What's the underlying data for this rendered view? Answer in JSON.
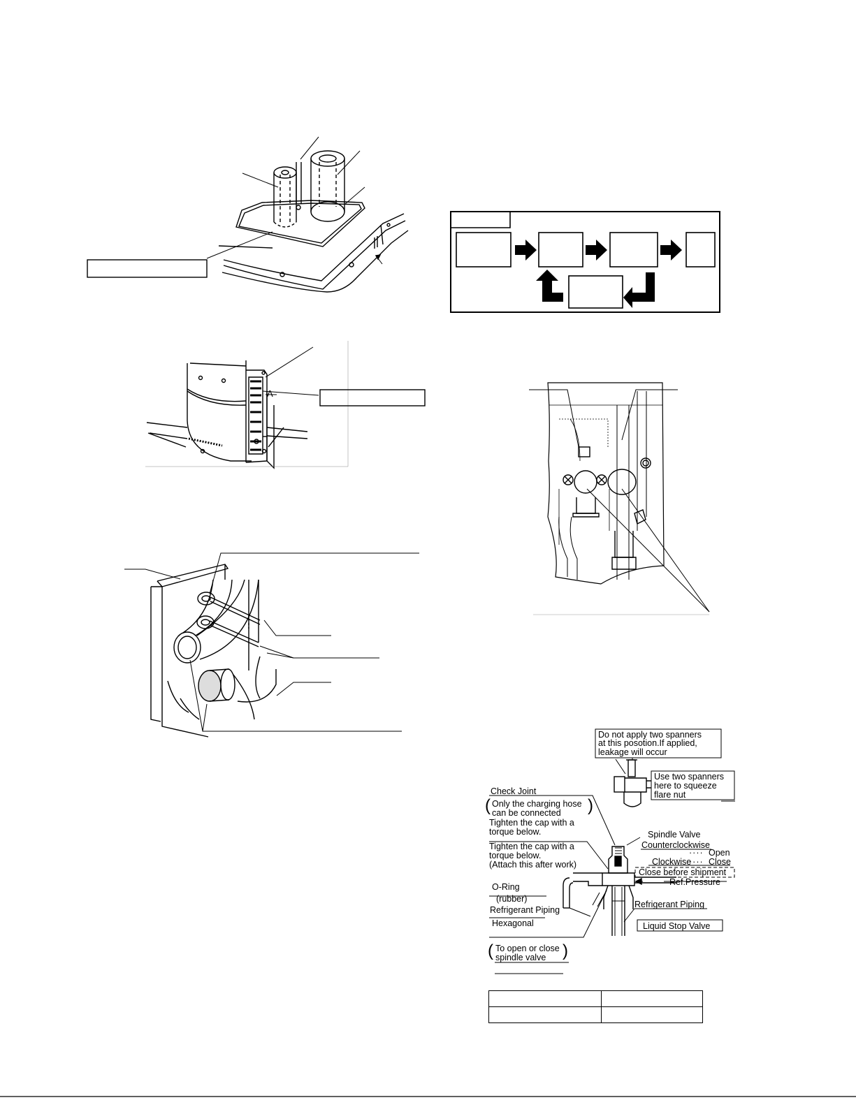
{
  "valve_diagram": {
    "warning_box": [
      "Do not apply two spanners",
      "at this posotion.If applied,",
      "leakage will occur"
    ],
    "spanner_box": [
      "Use two spanners",
      "here to squeeze",
      "flare nut"
    ],
    "check_joint": "Check Joint",
    "check_joint_note": [
      "Only the charging hose",
      "can be connected"
    ],
    "torque_note_1": [
      "Tighten the cap with a",
      "torque below."
    ],
    "torque_note_2": [
      "Tighten the cap with a",
      "torque below.",
      "(Attach this after work)"
    ],
    "spindle_valve": "Spindle Valve",
    "counterclockwise": "Counterclockwise",
    "open": "Open",
    "clockwise": "Clockwise",
    "close": "Close",
    "close_before_shipment": "Close before shipment",
    "ref_pressure": "Ref.Pressure",
    "o_ring": "O-Ring",
    "rubber": "(rubber)",
    "refrigerant_piping_left": "Refrigerant  Piping",
    "hexagonal": "Hexagonal",
    "refrigerant_piping_right": "Refrigerant Piping",
    "liquid_stop_valve": "Liquid Stop Valve",
    "spindle_note": [
      "To open or close",
      "spindle valve"
    ]
  }
}
